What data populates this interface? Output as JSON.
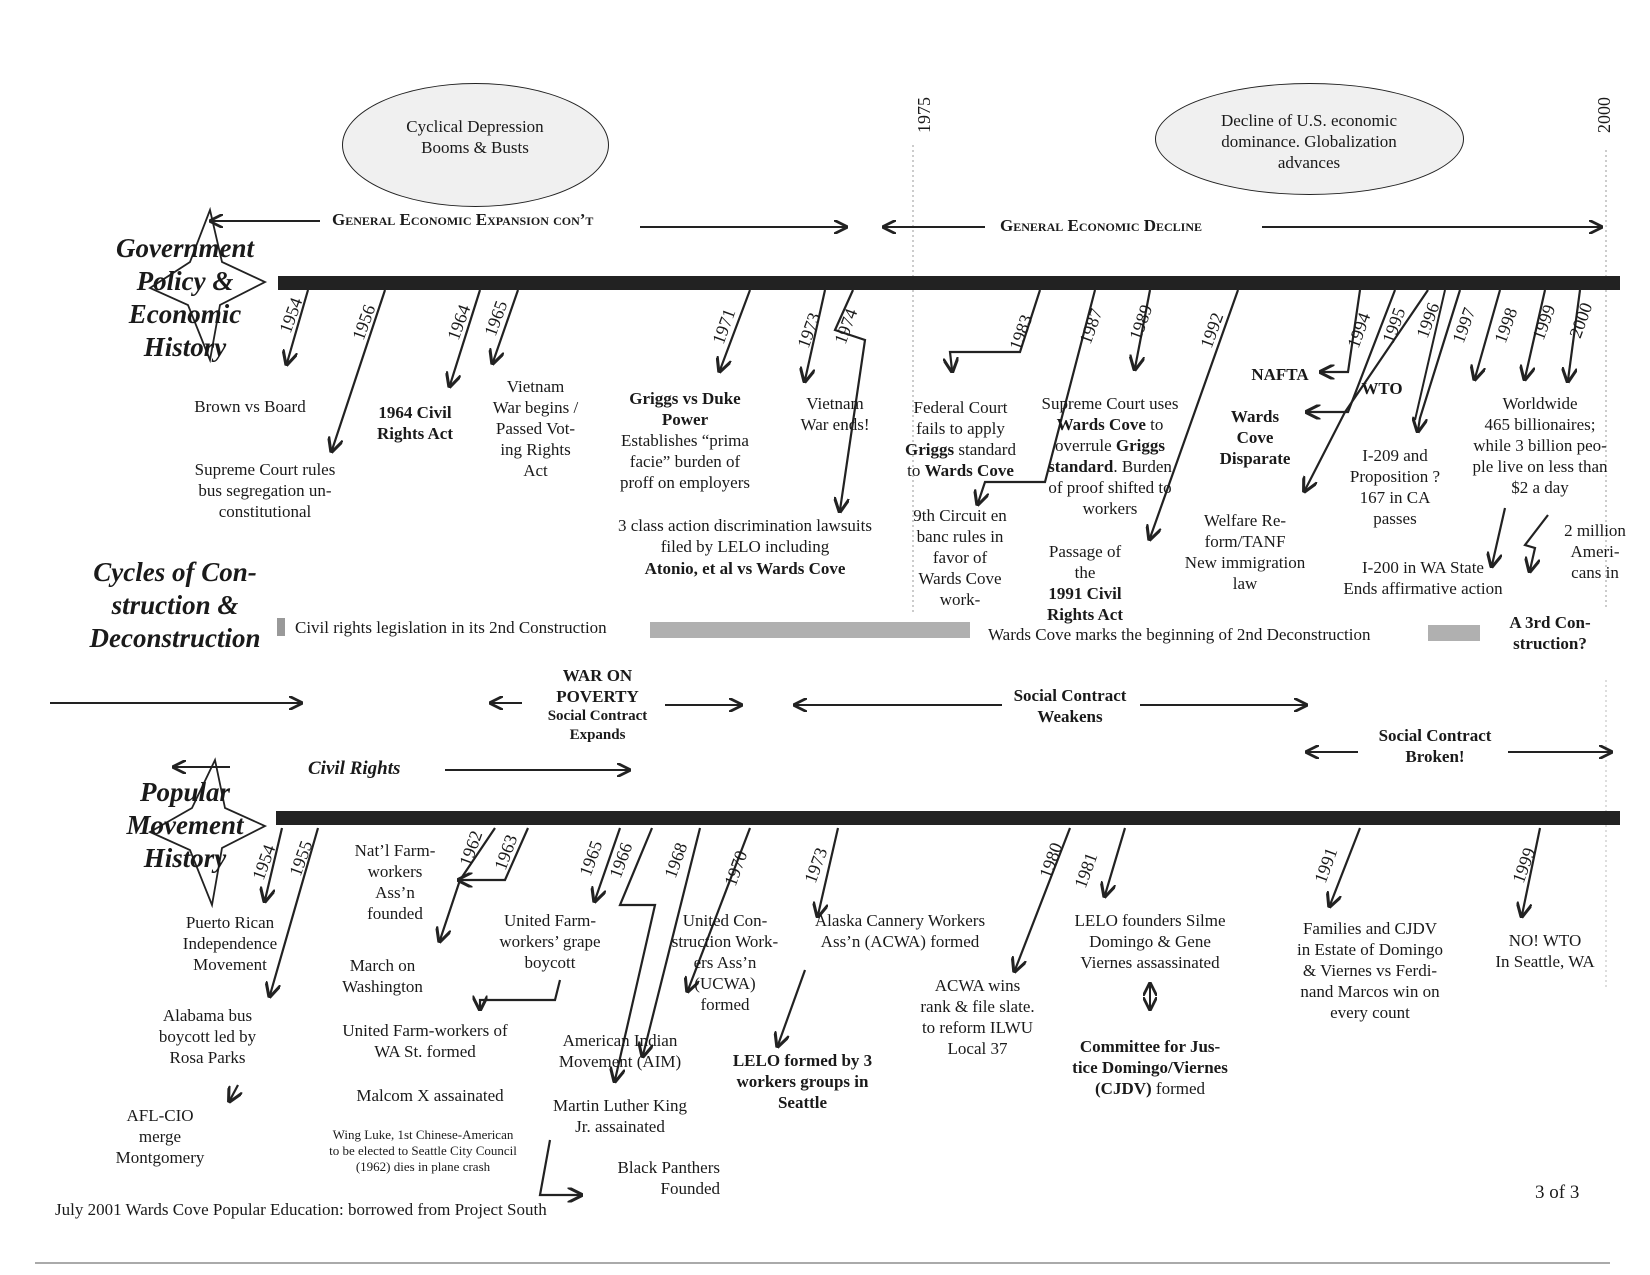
{
  "economy": {
    "ellipse_left": "Cyclical Depression\nBooms & Busts",
    "ellipse_right": "Decline of U.S. economic\ndominance. Globalization\nadvances",
    "year_1975": "1975",
    "year_2000": "2000",
    "expansion": "General Economic Expansion con’t",
    "decline": "General Economic Decline"
  },
  "sections": {
    "government": "Government\nPolicy &\nEconomic\nHistory",
    "cycles": "Cycles of Con-\nstruction &\nDeconstruction",
    "popular": "Popular\nMovement\nHistory"
  },
  "government_years": [
    "1954",
    "1956",
    "1964",
    "1965",
    "1971",
    "1973",
    "1974",
    "1983",
    "1987",
    "1989",
    "1992",
    "1994",
    "1995",
    "1996",
    "1997",
    "1998",
    "1999",
    "2000"
  ],
  "government_events": {
    "brown": "Brown vs Board",
    "bus_seg": "Supreme Court rules\nbus segregation un-\nconstitutional",
    "civil_rights_act": "1964 Civil\nRights Act",
    "vietnam_begins": "Vietnam\nWar begins /\nPassed Vot-\ning Rights\nAct",
    "griggs_title": "Griggs vs Duke\nPower",
    "griggs_body": "Establishes “prima\nfacie” burden of\nproff on employers",
    "vietnam_ends": "Vietnam\nWar ends!",
    "lawsuits": "3 class action discrimination  lawsuits\nfiled  by LELO including",
    "atonio": "Atonio, et al vs Wards Cove",
    "federal_court_1": "Federal Court\nfails to apply",
    "federal_court_2": "Griggs",
    "federal_court_3": " standard\nto ",
    "federal_court_4": "Wards Cove",
    "ninth_circuit": "9th Circuit en\nbanc rules in\nfavor of\nWards Cove\nwork-",
    "supreme_1": "Supreme Court uses",
    "supreme_2": "Wards Cove",
    "supreme_3": " to\noverrule ",
    "supreme_4": "Griggs\nstandard",
    "supreme_5": ". Burden\nof proof shifted to\nworkers",
    "passage_1": "Passage of\nthe",
    "passage_2": "1991 Civil\nRights Act",
    "nafta": "NAFTA",
    "wto": "WTO",
    "wards_cove_disparate": "Wards\nCove\nDisparate",
    "welfare": "Welfare Re-\nform/TANF\nNew immigration\nlaw",
    "i209": "I-209 and\nProposition ?\n167 in CA\npasses",
    "i200": "I-200 in WA State\nEnds affirmative action",
    "billionaires": "Worldwide\n465 billionaires;\nwhile 3 billion peo-\nple live on less than\n$2 a day",
    "two_million": "2 million\nAmeri-\ncans in"
  },
  "cycles_labels": {
    "second_construction": "Civil rights legislation in its 2nd Construction",
    "second_deconstruction": "Wards Cove marks the beginning of 2nd Deconstruction",
    "third_construction": "A 3rd Con-\nstruction?"
  },
  "social": {
    "war_on_poverty": "WAR ON\nPOVERTY",
    "expands": "Social Contract\nExpands",
    "weakens": "Social Contract\nWeakens",
    "broken": "Social Contract\nBroken!",
    "civil_rights": "Civil Rights"
  },
  "popular_years": [
    "1954",
    "1955",
    "1962",
    "1963",
    "1965",
    "1966",
    "1968",
    "1970",
    "1973",
    "1980",
    "1981",
    "1991",
    "1999"
  ],
  "popular_events": {
    "puerto_rican": "Puerto Rican\nIndependence\nMovement",
    "alabama": "Alabama bus\nboycott led by\nRosa Parks",
    "aflcio": "AFL-CIO\nmerge\nMontgomery",
    "farmworkers_assn": "Nat’l Farm-\nworkers\nAss’n\nfounded",
    "march": "March on\nWashington",
    "ufw_wa": "United Farm-workers of\nWA St. formed",
    "malcolm": "Malcom X assainated",
    "wing_luke": "Wing Luke, 1st Chinese-American\nto be elected to Seattle City Council\n(1962) dies in plane crash",
    "grape": "United Farm-\nworkers’ grape\nboycott",
    "aim": "American Indian\nMovement (AIM)",
    "mlk": "Martin Luther King\nJr. assainated",
    "panthers": "Black Panthers\nFounded",
    "ucwa": "United Con-\nstruction Work-\ners Ass’n\n(UCWA)\nformed",
    "lelo": "LELO formed by 3\nworkers groups in\nSeattle",
    "acwa_formed": "Alaska Cannery Workers\nAss’n (ACWA) formed",
    "acwa_wins": "ACWA wins\nrank & file slate.\nto reform ILWU\nLocal 37",
    "assassinated": "LELO founders Silme\nDomingo & Gene\nViernes assassinated",
    "cjdv_1": "Committee  for Jus-\ntice Domingo/Viernes\n(CJDV)",
    "cjdv_2": " formed",
    "families": "Families and CJDV\nin Estate of Domingo\n& Viernes vs Ferdi-\nnand Marcos win on\nevery count",
    "no_wto": "NO! WTO\nIn Seattle, WA"
  },
  "footer": {
    "source": "July 2001 Wards Cove Popular Education: borrowed from Project South",
    "page": "3 of 3"
  }
}
